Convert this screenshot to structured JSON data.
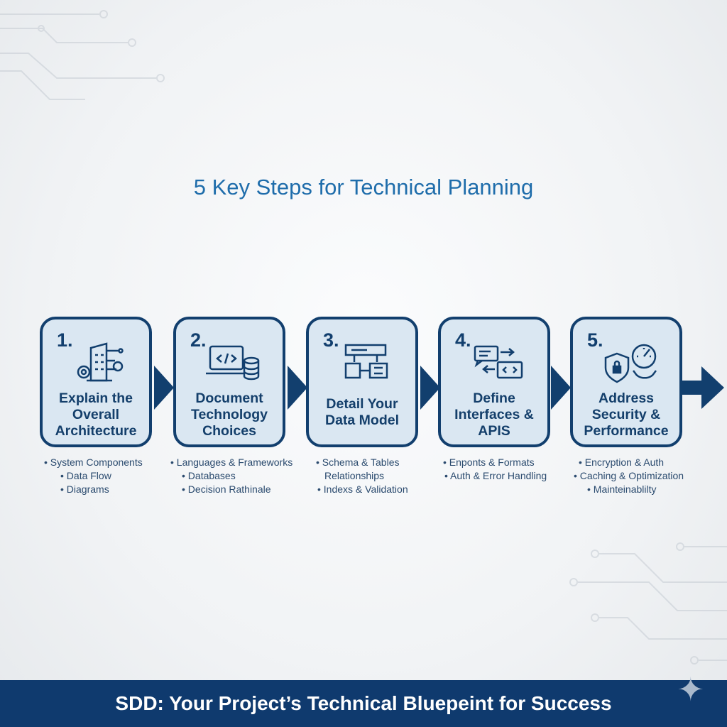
{
  "title": "5 Key Steps for Technical Planning",
  "steps": [
    {
      "number": "1.",
      "title": "Explain the Overall Architecture",
      "icon": "architecture-gears-icon",
      "bullets": [
        "• System Components",
        "• Data Flow",
        "• Diagrams"
      ]
    },
    {
      "number": "2.",
      "title": "Document Technology Choices",
      "icon": "laptop-code-database-icon",
      "bullets": [
        "• Languages & Frameworks",
        "• Databases",
        "• Decision Rathinale"
      ]
    },
    {
      "number": "3.",
      "title": "Detail Your Data Model",
      "icon": "data-model-diagram-icon",
      "bullets": [
        "• Schema & Tables",
        "Relationships",
        "• Indexs & Validation"
      ]
    },
    {
      "number": "4.",
      "title": "Define Interfaces & APIS",
      "icon": "api-exchange-icon",
      "bullets": [
        "• Enponts & Formats",
        "• Auth & Error Handling"
      ]
    },
    {
      "number": "5.",
      "title": "Address Security & Performance",
      "icon": "shield-speedometer-icon",
      "bullets": [
        "• Encryption & Auth",
        "• Caching & Optimization",
        "• Mainteinablilty"
      ]
    }
  ],
  "banner": "SDD: Your Project’s Technical Bluepeint for Success",
  "colors": {
    "navy": "#123f6e",
    "title": "#1f6dab",
    "card": "#dae7f2",
    "banner": "#0f3a6e"
  }
}
